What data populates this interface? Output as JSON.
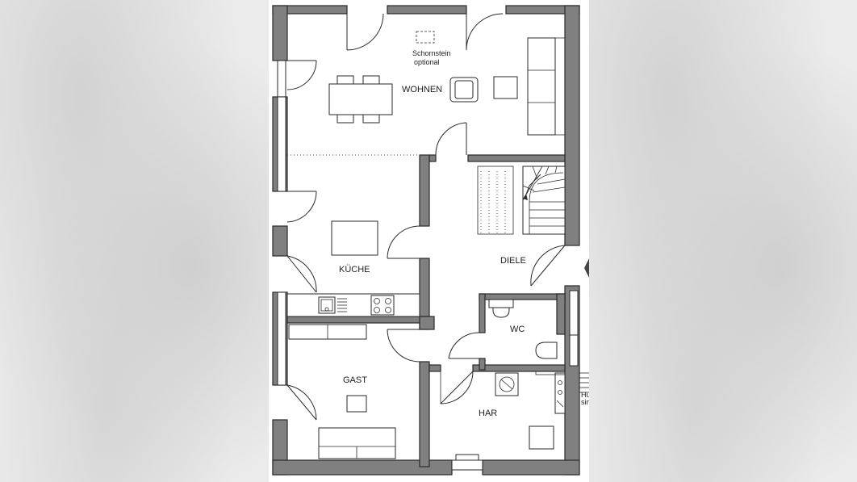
{
  "plan": {
    "rooms": {
      "wohnen": "WOHNEN",
      "kueche": "KÜCHE",
      "diele": "DIELE",
      "wc": "WC",
      "gast": "GAST",
      "har": "HAR"
    },
    "chimney_line1": "Schornstein",
    "chimney_line2": "optional",
    "edge_fragment_top": "Hu",
    "edge_fragment_bottom": "sin"
  }
}
